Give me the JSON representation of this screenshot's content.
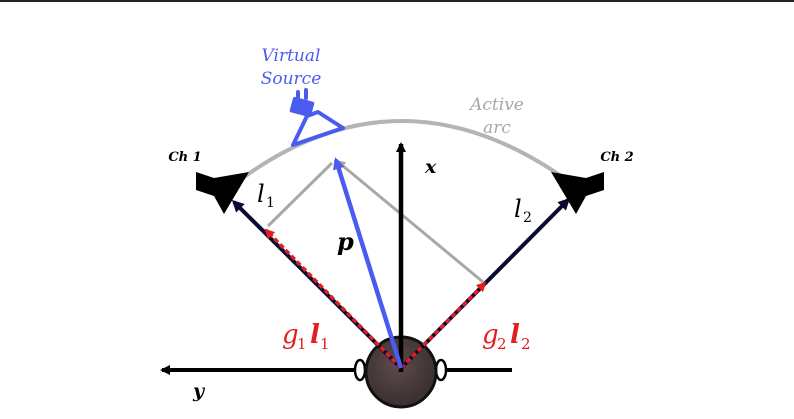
{
  "labels": {
    "virtual_source_line1": "Virtual",
    "virtual_source_line2": "Source",
    "active_arc_line1": "Active",
    "active_arc_line2": "arc",
    "ch1": "Ch 1",
    "ch2": "Ch 2",
    "x_axis": "x",
    "y_axis": "y",
    "l1": "l",
    "l1_sub": "1",
    "l2": "l",
    "l2_sub": "2",
    "p": "p",
    "g1l1_g": "g",
    "g1l1_gsub": "1",
    "g1l1_l": "l",
    "g1l1_lsub": "1",
    "g2l2_g": "g",
    "g2l2_gsub": "2",
    "g2l2_l": "l",
    "g2l2_lsub": "2"
  },
  "colors": {
    "virtual_source": "#4a5cf0",
    "active_arc": "#a8a8a8",
    "gain_vectors": "#e02020",
    "speaker_vectors": "#0a0a33",
    "axes": "#000000",
    "listener_head": "#4a3c3c"
  }
}
